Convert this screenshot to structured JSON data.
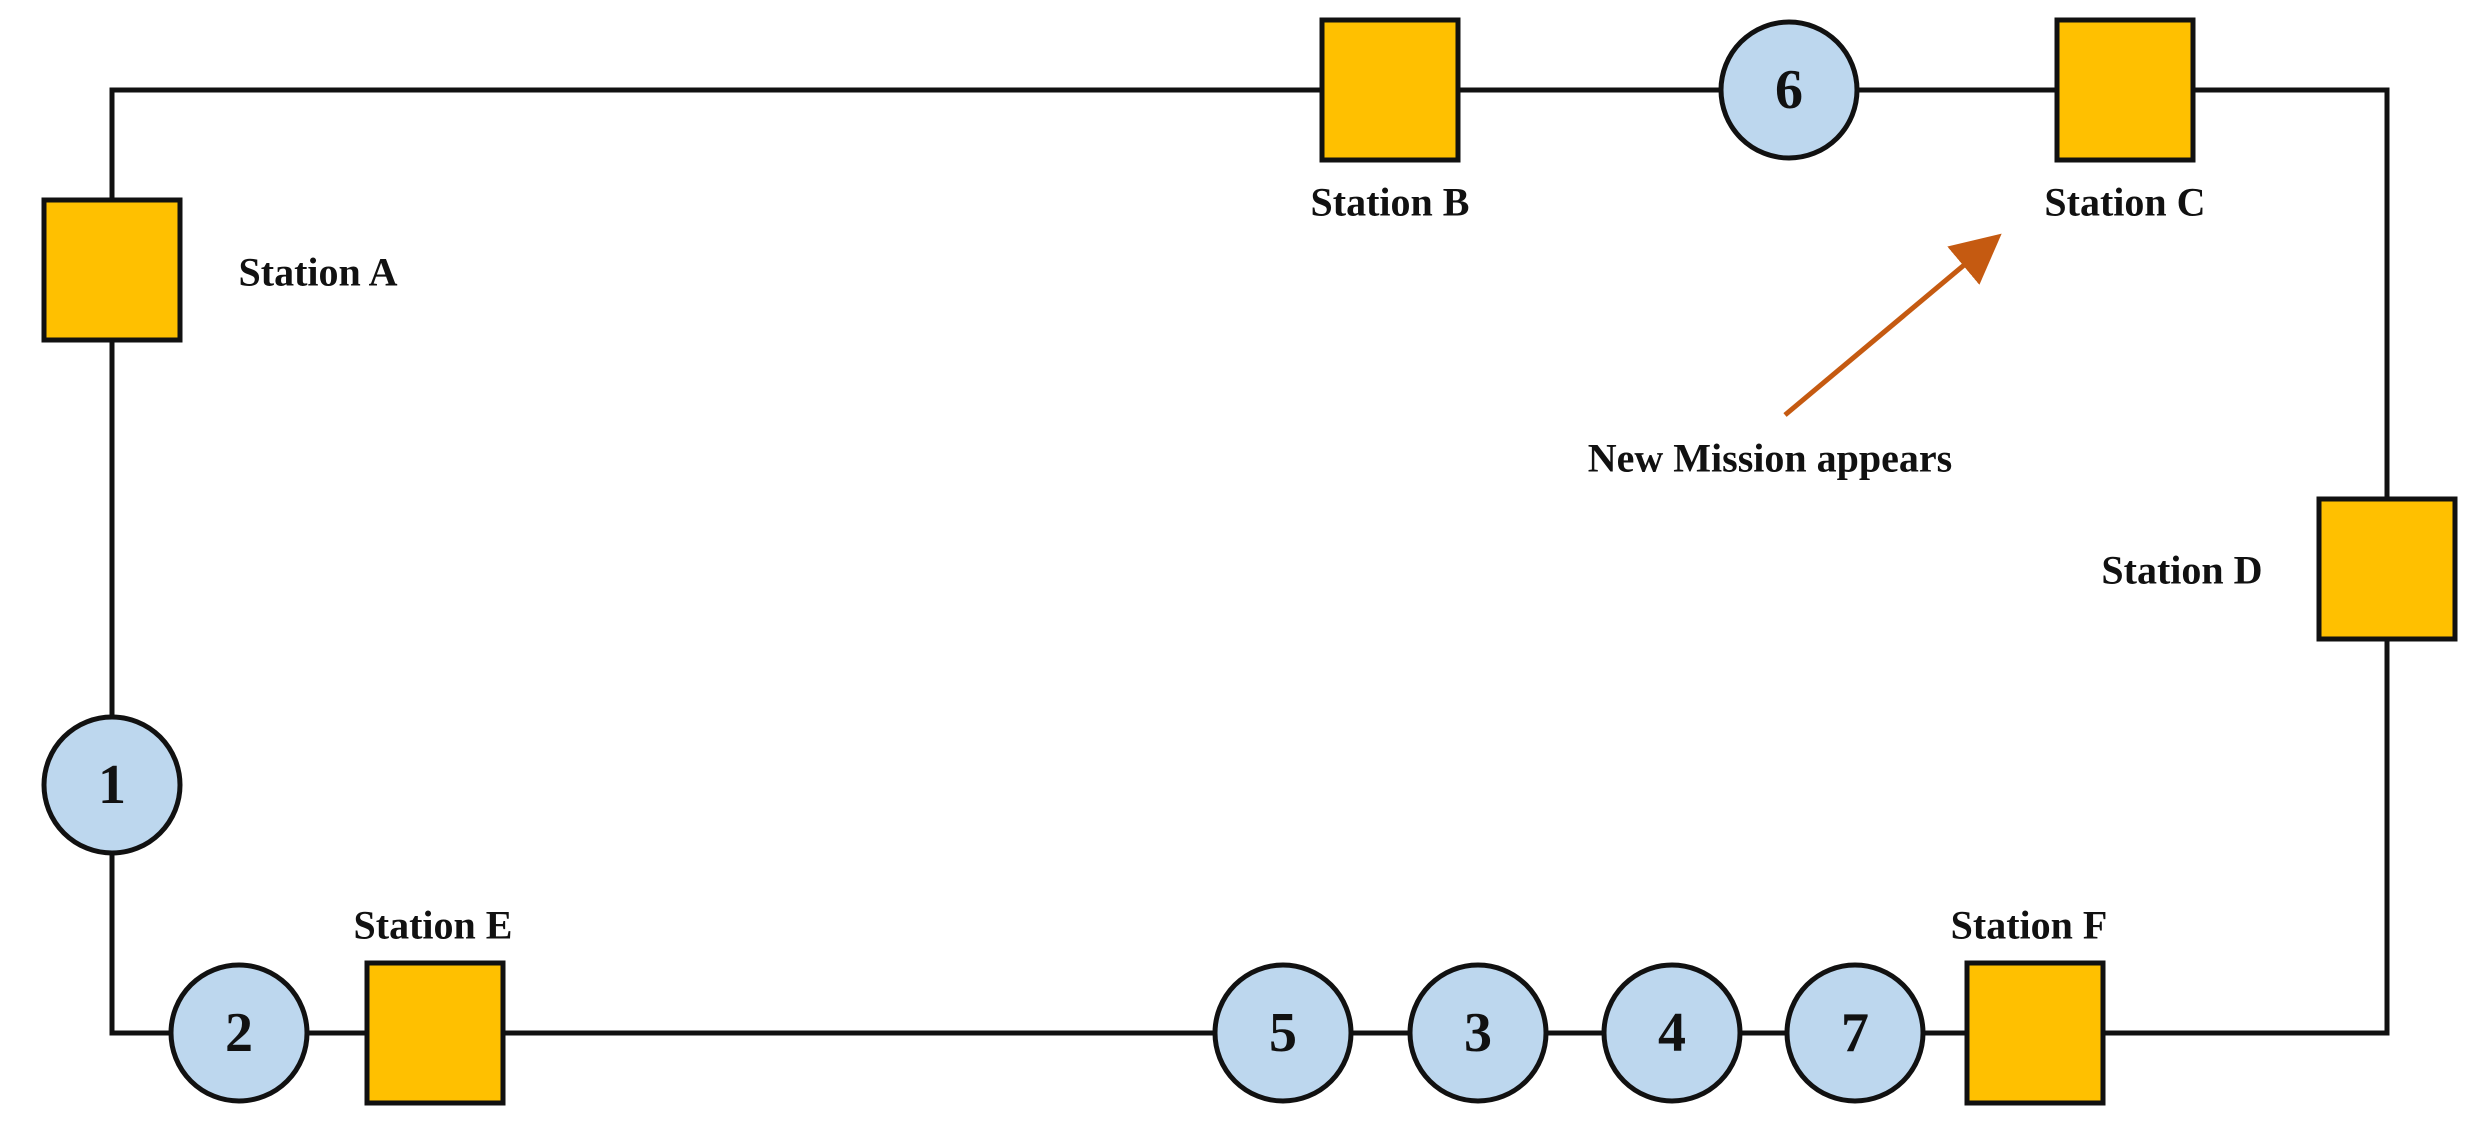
{
  "stations": [
    {
      "id": "A",
      "label": "Station A"
    },
    {
      "id": "B",
      "label": "Station B"
    },
    {
      "id": "C",
      "label": "Station C"
    },
    {
      "id": "D",
      "label": "Station D"
    },
    {
      "id": "E",
      "label": "Station E"
    },
    {
      "id": "F",
      "label": "Station F"
    }
  ],
  "vehicles": [
    "1",
    "2",
    "3",
    "4",
    "5",
    "6",
    "7"
  ],
  "annotation": {
    "text": "New Mission appears"
  },
  "colors": {
    "station_fill": "#ffc000",
    "vehicle_fill": "#bdd7ee",
    "line": "#111111",
    "arrow": "#c55a11"
  }
}
